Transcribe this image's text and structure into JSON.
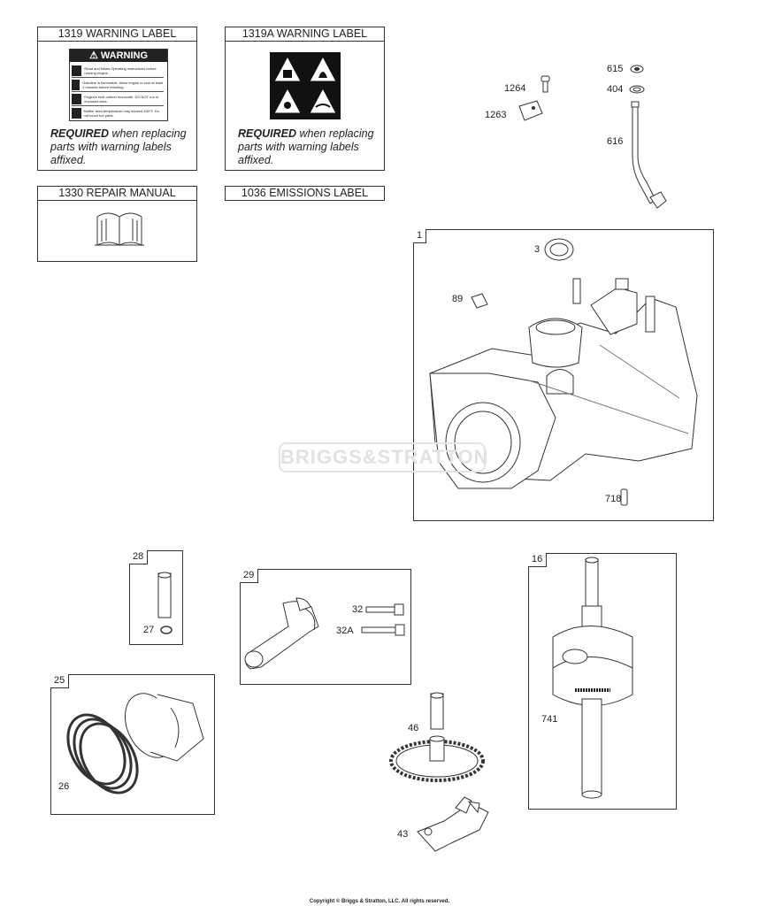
{
  "labels": {
    "warning_1319": {
      "title": "1319 WARNING LABEL",
      "sign_word": "WARNING",
      "lines": [
        "Read and follow Operating instructions before running engine.",
        "Gasoline is flammable. Allow engine to cool at least 2 minutes before refueling.",
        "Engines emit carbon monoxide. DO NOT run in enclosed area.",
        "Muffler area temperature may exceed 150°F. Do not touch hot parts."
      ],
      "required": "REQUIRED",
      "note": "when replacing parts with warning labels affixed."
    },
    "warning_1319a": {
      "title": "1319A WARNING LABEL",
      "required": "REQUIRED",
      "note": "when replacing parts with warning labels affixed."
    },
    "repair_manual": {
      "title": "1330 REPAIR MANUAL"
    },
    "emissions": {
      "title": "1036 EMISSIONS LABEL"
    }
  },
  "groups": {
    "g1": "1",
    "g28": "28",
    "g29": "29",
    "g16": "16",
    "g25": "25"
  },
  "parts": {
    "p615": "615",
    "p404": "404",
    "p1264": "1264",
    "p1263": "1263",
    "p616": "616",
    "p3": "3",
    "p89": "89",
    "p718": "718",
    "p27": "27",
    "p32": "32",
    "p32a": "32A",
    "p741": "741",
    "p26": "26",
    "p46": "46",
    "p43": "43"
  },
  "watermark": "BRIGGS&STRATTON",
  "copyright": "Copyright © Briggs & Stratton, LLC. All rights reserved."
}
